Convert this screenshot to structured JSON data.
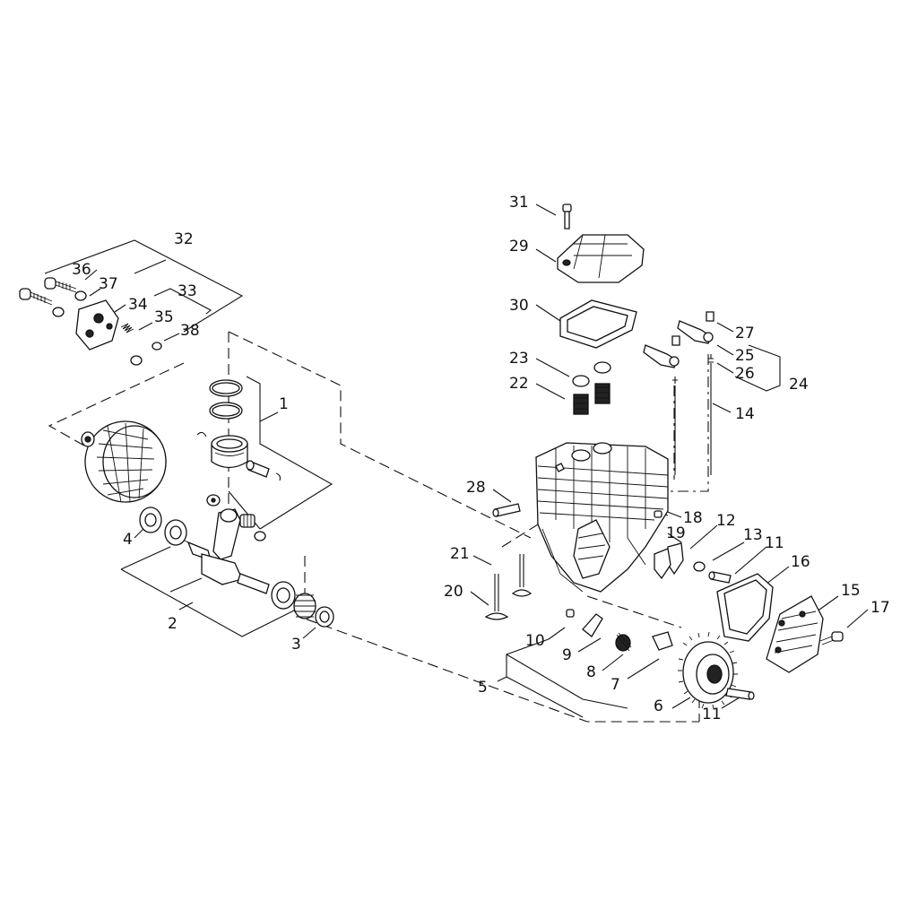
{
  "labels": {
    "l1": "1",
    "l2": "2",
    "l3": "3",
    "l4": "4",
    "l5": "5",
    "l6": "6",
    "l7": "7",
    "l8": "8",
    "l9": "9",
    "l10": "10",
    "l11a": "11",
    "l11b": "11",
    "l12": "12",
    "l13": "13",
    "l14": "14",
    "l15": "15",
    "l16": "16",
    "l17": "17",
    "l18": "18",
    "l19": "19",
    "l20": "20",
    "l21": "21",
    "l22": "22",
    "l23": "23",
    "l24": "24",
    "l25": "25",
    "l26": "26",
    "l27": "27",
    "l28": "28",
    "l29": "29",
    "l30": "30",
    "l31": "31",
    "l32": "32",
    "l33": "33",
    "l34": "34",
    "l35": "35",
    "l36": "36",
    "l37": "37",
    "l38": "38"
  }
}
